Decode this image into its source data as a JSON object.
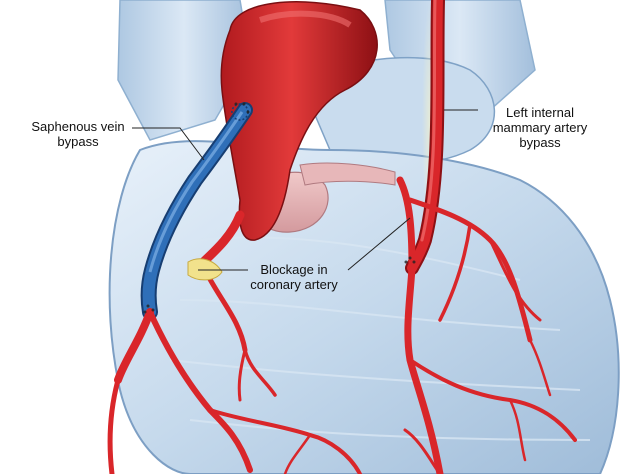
{
  "labels": {
    "saphenous_vein_bypass": "Saphenous vein\nbypass",
    "left_internal_mammary_artery_bypass": "Left internal\nmammary artery\nbypass",
    "blockage_in_coronary_artery": "Blockage in\ncoronary artery"
  },
  "colors": {
    "background": "#ffffff",
    "heart_tissue": "#bcd3e8",
    "heart_shadow": "#8fb0d0",
    "artery_red": "#d9262a",
    "artery_dark": "#9e1216",
    "vein_blue": "#2f6fb8",
    "vein_dark": "#173e72",
    "fat_yellow": "#f2e28c",
    "leader_line": "#222222"
  },
  "icons": {
    "heart": "heart-illustration",
    "aorta": "aorta",
    "vein_graft": "saphenous-vein-graft",
    "mammary_graft": "internal-mammary-artery-graft",
    "blockage": "arterial-blockage"
  }
}
